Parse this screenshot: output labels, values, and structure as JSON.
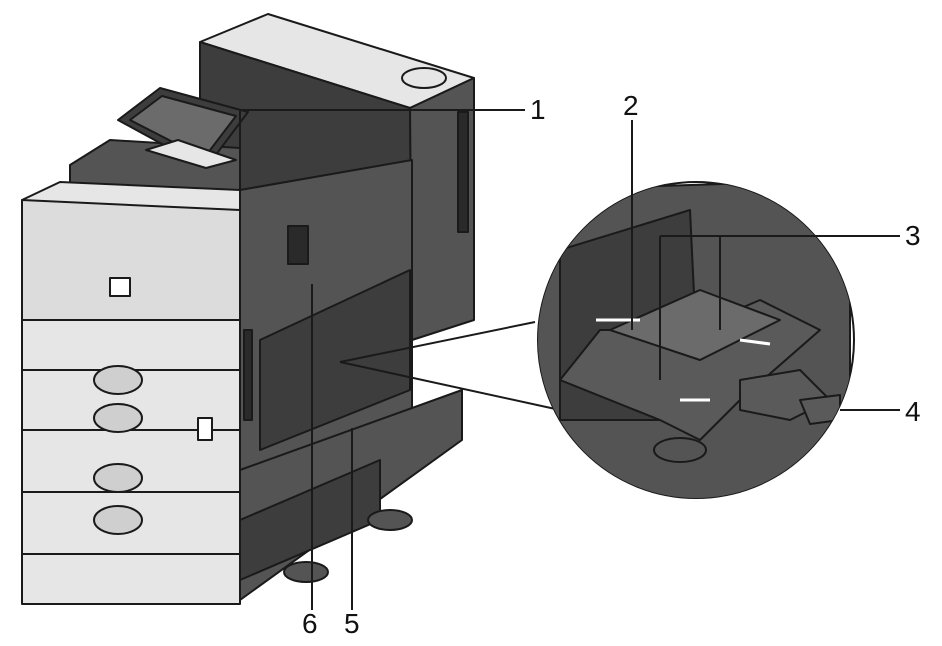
{
  "callouts": [
    {
      "id": "1",
      "label": "1"
    },
    {
      "id": "2",
      "label": "2"
    },
    {
      "id": "3",
      "label": "3"
    },
    {
      "id": "4",
      "label": "4"
    },
    {
      "id": "5",
      "label": "5"
    },
    {
      "id": "6",
      "label": "6"
    }
  ],
  "colors": {
    "outline": "#1a1a1a",
    "body_light": "#e6e6e6",
    "body_mid": "#cfcfcf",
    "panel_dark": "#545454",
    "panel_darker": "#3d3d3d",
    "screen": "#6b6b6b",
    "tray": "#5a5a5a",
    "background": "#ffffff"
  },
  "icons": [
    "printer-illustration",
    "bypass-tray-illustration",
    "magnifier-circle"
  ]
}
